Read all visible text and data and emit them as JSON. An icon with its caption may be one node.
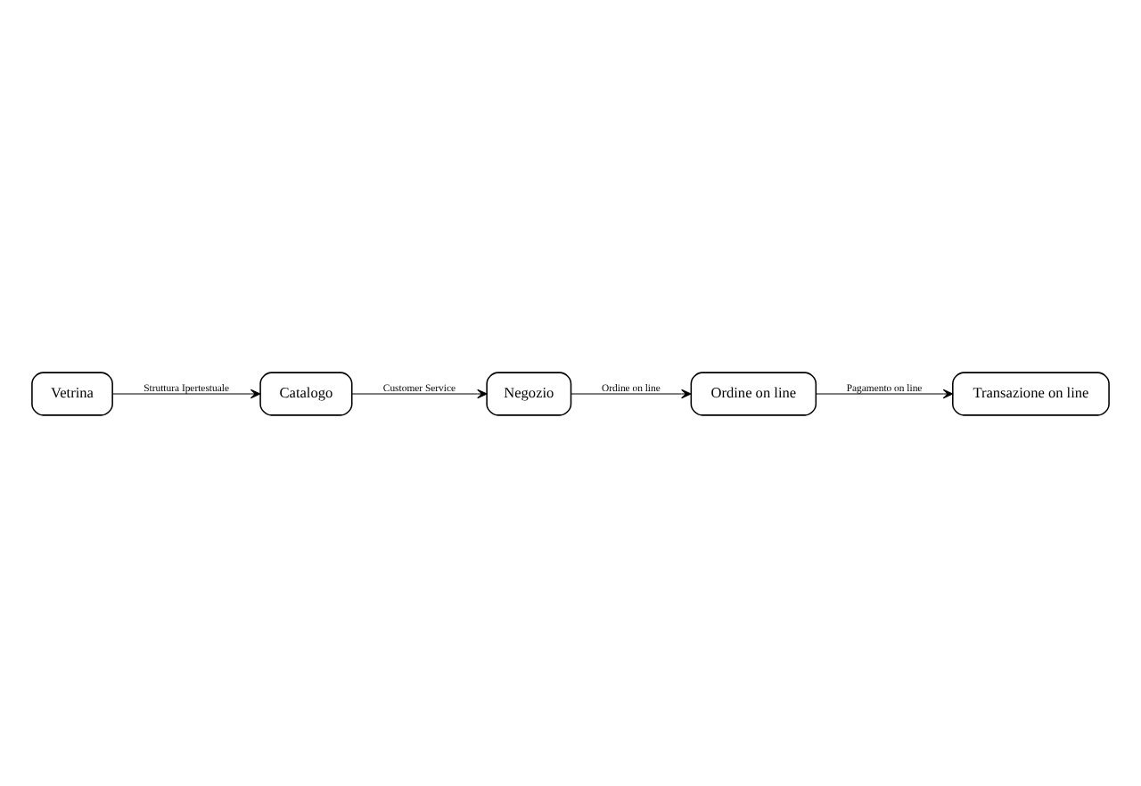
{
  "diagram": {
    "nodes": [
      {
        "text": [
          "Vetrina"
        ]
      },
      {
        "text": [
          "Catalogo"
        ]
      },
      {
        "text": [
          "Negozio"
        ]
      },
      {
        "text": [
          "Ordine on line"
        ]
      },
      {
        "text": [
          "Transazione on line"
        ]
      }
    ],
    "edges": [
      {
        "from": 0,
        "to": 1,
        "arrow": "to",
        "label": "Struttura Ipertestuale"
      },
      {
        "from": 1,
        "to": 2,
        "arrow": "to",
        "label": "Customer Service"
      },
      {
        "from": 2,
        "to": 3,
        "arrow": "to",
        "label": "Ordine on line"
      },
      {
        "from": 3,
        "to": 4,
        "arrow": "to",
        "label": "Pagamento on line"
      }
    ]
  }
}
